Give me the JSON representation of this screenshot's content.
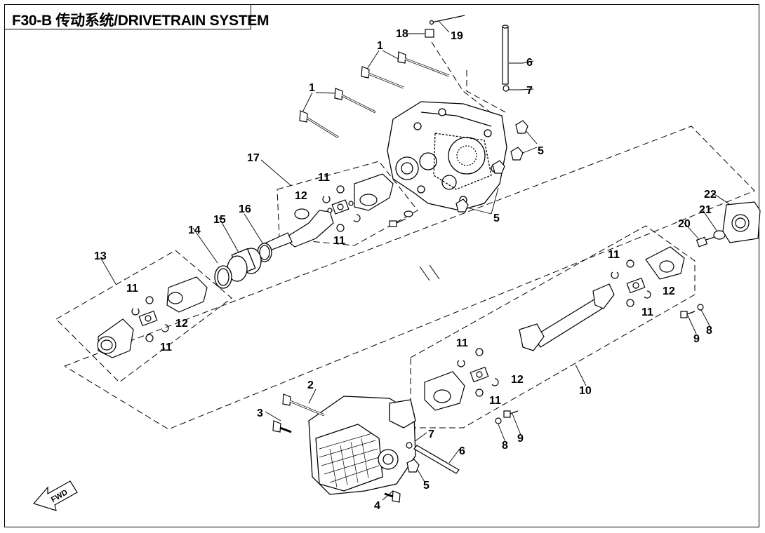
{
  "header": {
    "title": "F30-B 传动系统/DRIVETRAIN SYSTEM"
  },
  "direction_indicator": {
    "label": "FWD"
  },
  "callouts": {
    "c1a": "1",
    "c1b": "1",
    "c2": "2",
    "c3": "3",
    "c4": "4",
    "c5a": "5",
    "c5b": "5",
    "c5c": "5",
    "c6a": "6",
    "c6b": "6",
    "c7a": "7",
    "c7b": "7",
    "c8a": "8",
    "c8b": "8",
    "c9a": "9",
    "c9b": "9",
    "c10": "10",
    "c11a": "11",
    "c11b": "11",
    "c11c": "11",
    "c11d": "11",
    "c11e": "11",
    "c11f": "11",
    "c11g": "11",
    "c11h": "11",
    "c12a": "12",
    "c12b": "12",
    "c12c": "12",
    "c12d": "12",
    "c13": "13",
    "c14": "14",
    "c15": "15",
    "c16": "16",
    "c17": "17",
    "c18": "18",
    "c19": "19",
    "c20": "20",
    "c21": "21",
    "c22": "22"
  },
  "colors": {
    "line": "#000000",
    "background": "#ffffff"
  }
}
